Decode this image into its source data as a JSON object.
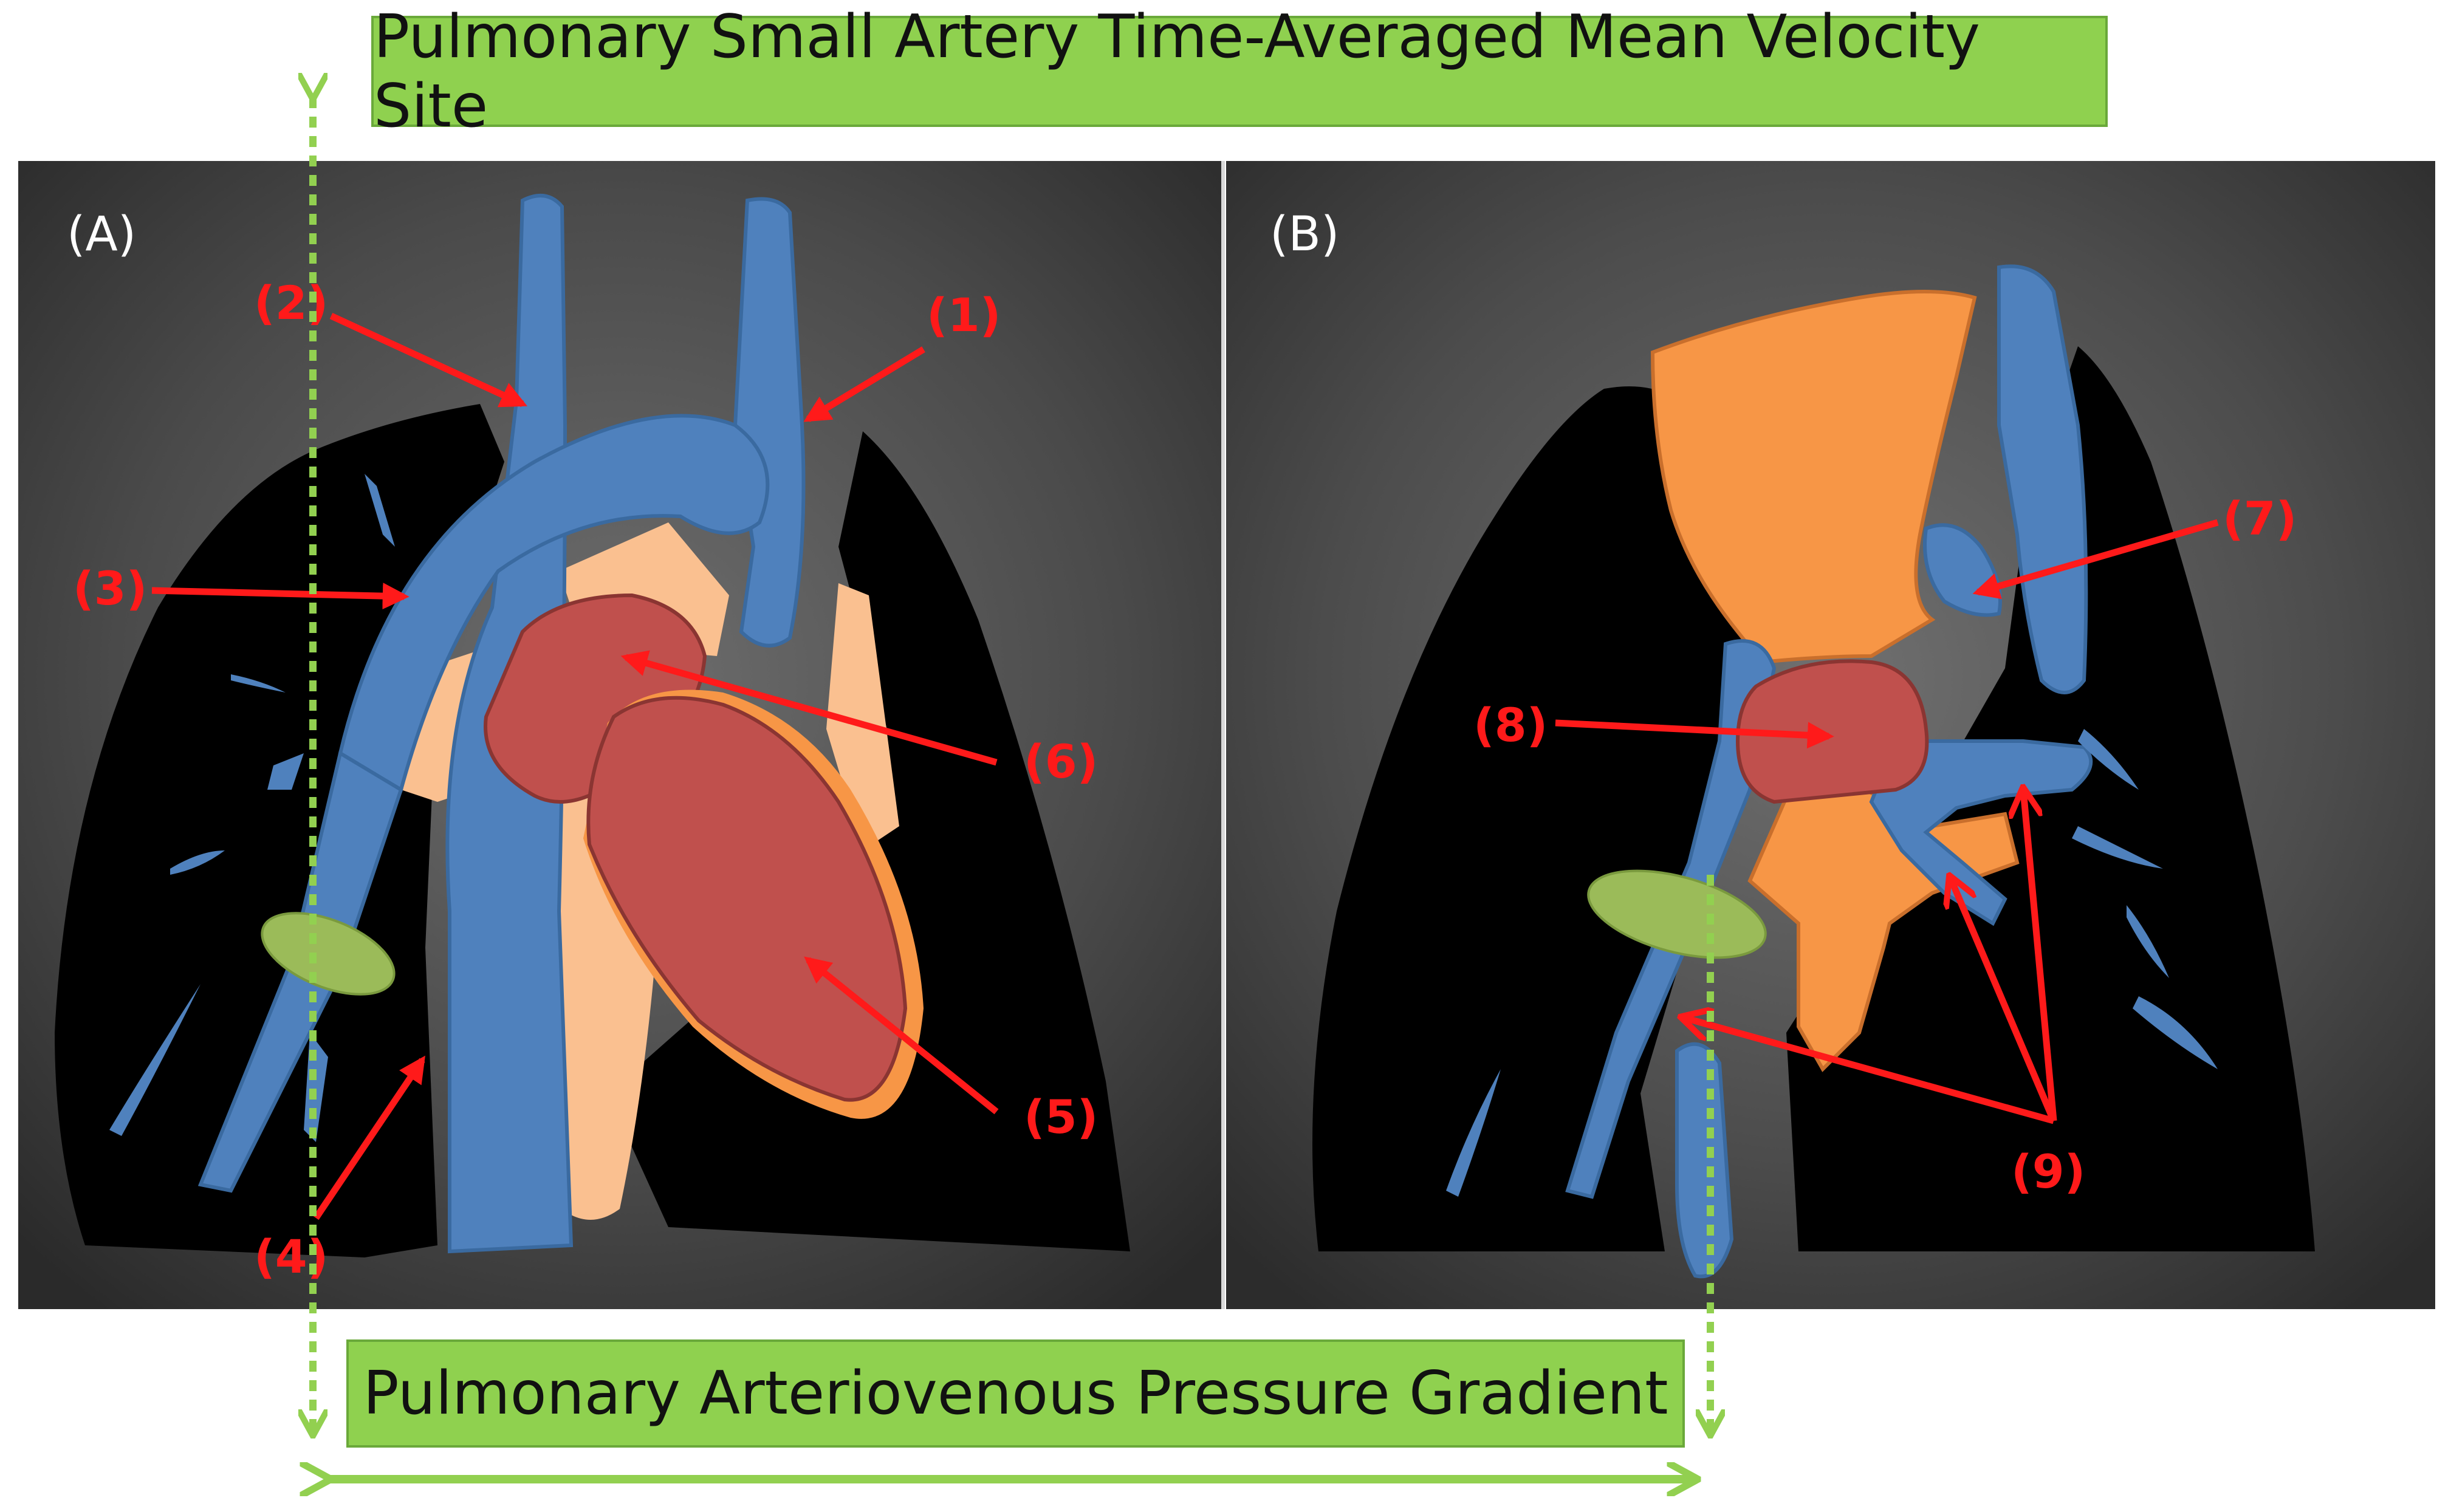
{
  "banners": {
    "top": "Pulmonary Small Artery Time-Averaged Mean Velocity Site",
    "bottom": "Pulmonary Arteriovenous Pressure Gradient"
  },
  "panels": {
    "a": "(A)",
    "b": "(B)"
  },
  "labels": {
    "l1": "(1)",
    "l2": "(2)",
    "l3": "(3)",
    "l4": "(4)",
    "l5": "(5)",
    "l6": "(6)",
    "l7": "(7)",
    "l8": "(8)",
    "l9": "(9)"
  },
  "colors": {
    "banner": "#8fd14f",
    "vessel_blue": "#4f81bd",
    "chamber_red": "#c0504d",
    "atrium_orange": "#f79646",
    "peach": "#fac090",
    "label_red": "#ff1a1a",
    "guide_green": "#92d050"
  }
}
